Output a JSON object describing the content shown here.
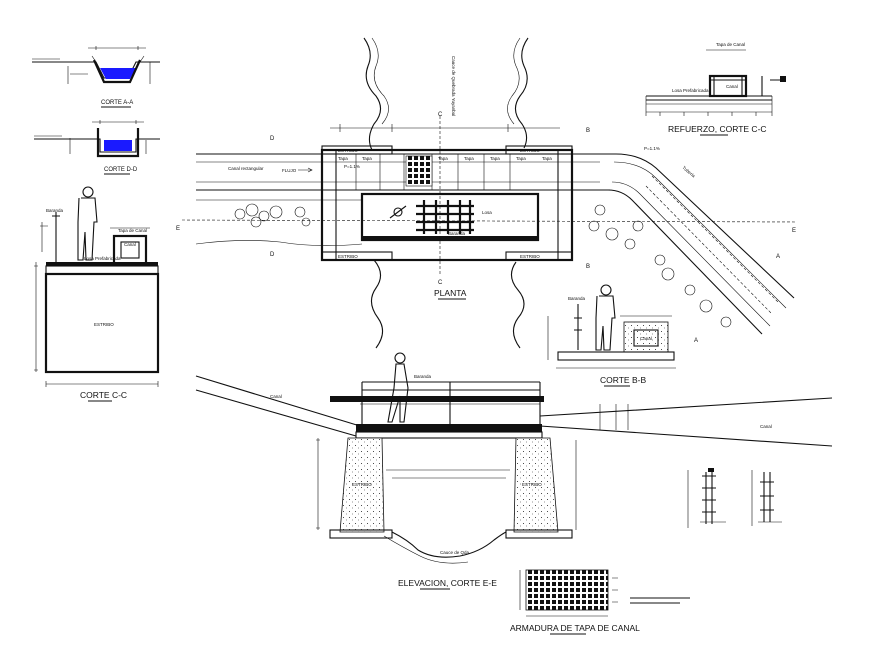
{
  "titles": {
    "corte_aa": "CORTE A-A",
    "corte_dd": "CORTE D-D",
    "corte_cc_left": "CORTE C-C",
    "planta": "PLANTA",
    "refuerzo": "REFUERZO, CORTE C-C",
    "corte_bb": "CORTE B-B",
    "elevacion": "ELEVACION, CORTE E-E",
    "armadura": "ARMADURA DE TAPA DE CANAL"
  },
  "labels": {
    "baranda": "Baranda",
    "estribo": "ESTRIBO",
    "tapa": "Tapa",
    "losa": "Losa",
    "canal": "Canal",
    "canal_rectangular": "Canal rectangular",
    "flujo": "FLUJO",
    "cauce": "Cauce de Quebrada Yuyanbal",
    "cauce_short": "Cauce de Qda.",
    "tapa_de_canal": "Tapa de Canal",
    "losa_prefabricada": "Losa Prefabricada",
    "tuberia": "Tuberia",
    "slope": "P=1.1%"
  },
  "section_markers": {
    "a": "A",
    "b": "B",
    "c": "C",
    "d": "D",
    "e": "E"
  },
  "colors": {
    "line": "#111111",
    "water": "#1a1aff",
    "background": "#ffffff"
  }
}
